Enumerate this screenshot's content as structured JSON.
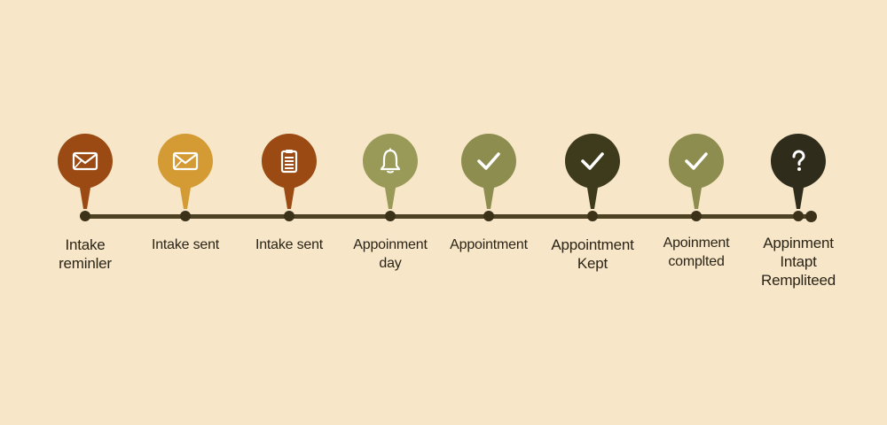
{
  "colors": {
    "background": "#f7e6c7",
    "line": "#4d4224",
    "dot": "#3c3219"
  },
  "steps": [
    {
      "icon": "envelope-icon",
      "color": "#9a4a12",
      "label": [
        "Intake",
        "reminler"
      ]
    },
    {
      "icon": "envelope-icon",
      "color": "#d49a33",
      "label": [
        "Intake sent"
      ]
    },
    {
      "icon": "clipboard-icon",
      "color": "#9a4a12",
      "label": [
        "Intake sent"
      ]
    },
    {
      "icon": "bell-icon",
      "color": "#9a9a58",
      "label": [
        "Appoinment",
        "day"
      ]
    },
    {
      "icon": "check-icon",
      "color": "#8c8d4e",
      "label": [
        "Appointment"
      ]
    },
    {
      "icon": "check-icon",
      "color": "#3e3a1c",
      "label": [
        "Appointment",
        "Kept"
      ]
    },
    {
      "icon": "check-icon",
      "color": "#8c8d4e",
      "label": [
        "Apoinment",
        "complted"
      ]
    },
    {
      "icon": "question-icon",
      "color": "#2f2c1c",
      "label": [
        "Appinment",
        "Intapt",
        "Rempliteed"
      ]
    }
  ]
}
